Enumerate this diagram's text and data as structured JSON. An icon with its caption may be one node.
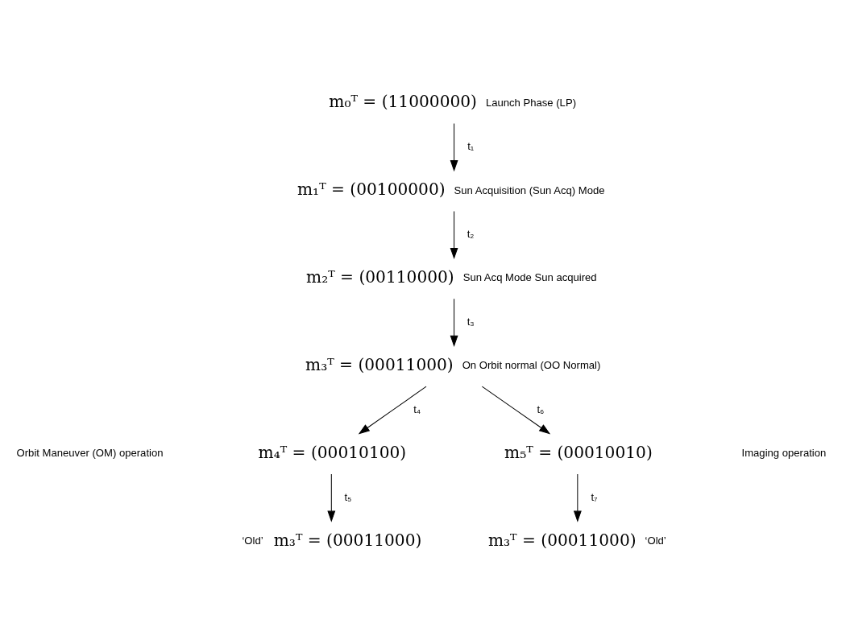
{
  "diagram": {
    "nodes": [
      {
        "text": [
          "m₀ᵀ = (11000000)"
        ],
        "beside": [
          "Launch Phase (LP)"
        ]
      },
      {
        "text": [
          "m₁ᵀ = (00100000)"
        ],
        "beside": [
          "Sun Acquisition (Sun Acq) Mode"
        ]
      },
      {
        "text": [
          "m₂ᵀ = (00110000)"
        ],
        "beside": [
          "Sun Acq Mode Sun acquired"
        ]
      },
      {
        "text": [
          "m₃ᵀ = (00011000)"
        ],
        "beside": [
          "On Orbit normal (OO Normal)"
        ]
      },
      {
        "text": [
          "m₄ᵀ = (00010100)"
        ]
      },
      {
        "text": [
          "m₅ᵀ = (00010010)"
        ]
      },
      {
        "text": [
          "m₃ᵀ = (00011000)"
        ],
        "beside": [
          "‘Old’"
        ]
      },
      {
        "text": [
          "m₃ᵀ = (00011000)"
        ],
        "beside": [
          "‘Old’"
        ]
      }
    ],
    "edges": [
      {
        "from": 0,
        "to": 1,
        "arrow": "to",
        "label": "t₁"
      },
      {
        "from": 1,
        "to": 2,
        "arrow": "to",
        "label": "t₂"
      },
      {
        "from": 2,
        "to": 3,
        "arrow": "to",
        "label": "t₃"
      },
      {
        "from": 3,
        "to": 4,
        "arrow": "to",
        "label": "t₄"
      },
      {
        "from": 3,
        "to": 5,
        "arrow": "to",
        "label": "t₆"
      },
      {
        "from": 4,
        "to": 6,
        "arrow": "to",
        "label": "t₅"
      },
      {
        "from": 5,
        "to": 7,
        "arrow": "to",
        "label": "t₇"
      }
    ],
    "labels": [
      "Orbit Maneuver (OM) operation",
      "Imaging operation"
    ]
  }
}
